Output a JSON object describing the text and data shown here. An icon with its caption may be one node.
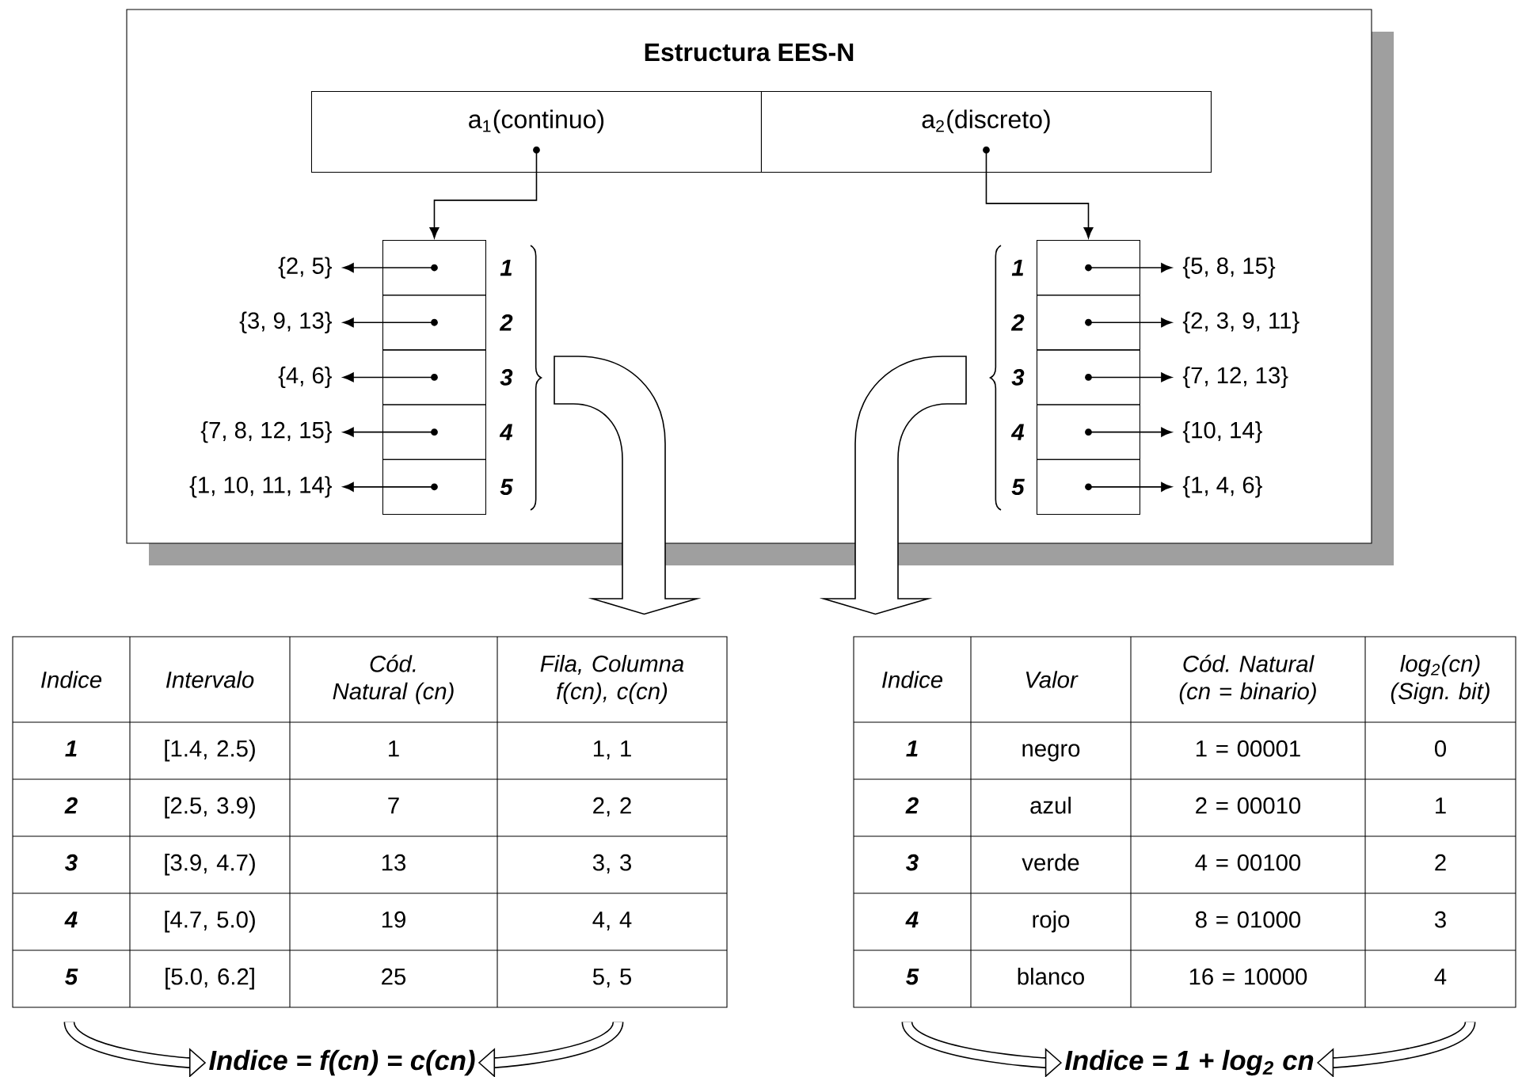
{
  "diagram": {
    "nodes": [
      {
        "text": [
          "Estructura EES-N"
        ]
      },
      {
        "text": [
          "a$_{1}$(continuo)"
        ],
        "in": 0
      },
      {
        "text": [
          "a$_{2}$(discreto)"
        ],
        "in": 0
      },
      {
        "text": [],
        "shape": "box",
        "in": 0,
        "beside": [
          "1"
        ]
      },
      {
        "text": [],
        "shape": "box",
        "in": 0,
        "beside": [
          "2"
        ]
      },
      {
        "text": [],
        "shape": "box",
        "in": 0,
        "beside": [
          "3"
        ]
      },
      {
        "text": [],
        "shape": "box",
        "in": 0,
        "beside": [
          "4"
        ]
      },
      {
        "text": [],
        "shape": "box",
        "in": 0,
        "beside": [
          "5"
        ]
      },
      {
        "text": [
          "{2, 5}"
        ],
        "in": 0
      },
      {
        "text": [
          "{3, 9, 13}"
        ],
        "in": 0
      },
      {
        "text": [
          "{4, 6}"
        ],
        "in": 0
      },
      {
        "text": [
          "{7, 8, 12, 15}"
        ],
        "in": 0
      },
      {
        "text": [
          "{1, 10, 11, 14}"
        ],
        "in": 0
      },
      {
        "text": [],
        "shape": "box",
        "in": 0,
        "beside": [
          "1"
        ]
      },
      {
        "text": [],
        "shape": "box",
        "in": 0,
        "beside": [
          "2"
        ]
      },
      {
        "text": [],
        "shape": "box",
        "in": 0,
        "beside": [
          "3"
        ]
      },
      {
        "text": [],
        "shape": "box",
        "in": 0,
        "beside": [
          "4"
        ]
      },
      {
        "text": [],
        "shape": "box",
        "in": 0,
        "beside": [
          "5"
        ]
      },
      {
        "text": [
          "{5, 8, 15}"
        ],
        "in": 0
      },
      {
        "text": [
          "{2, 3, 9, 11}"
        ],
        "in": 0
      },
      {
        "text": [
          "{7, 12, 13}"
        ],
        "in": 0
      },
      {
        "text": [
          "{10, 14}"
        ],
        "in": 0
      },
      {
        "text": [
          "{1, 4, 6}"
        ],
        "in": 0
      },
      {
        "text": [
          "Indice",
          "Intervalo",
          "Cód. Natural (cn)",
          "Fila, Columna f(cn), c(cn)",
          "1",
          "[1.4, 2.5)",
          "1",
          "1, 1",
          "2",
          "[2.5, 3.9)",
          "7",
          "2, 2",
          "3",
          "[3.9, 4.7)",
          "13",
          "3, 3",
          "4",
          "[4.7, 5.0)",
          "19",
          "4, 4",
          "5",
          "[5.0, 6.2]",
          "25",
          "5, 5"
        ]
      },
      {
        "text": [
          "Indice",
          "Valor",
          "Cód. Natural (cn = binario)",
          "log$_{2}$(cn) (Sign. bit)",
          "1",
          "negro",
          "1 = 00001",
          "0",
          "2",
          "azul",
          "2 = 00010",
          "1",
          "3",
          "verde",
          "4 = 00100",
          "2",
          "4",
          "rojo",
          "8 = 01000",
          "3",
          "5",
          "blanco",
          "16 = 10000",
          "4"
        ]
      },
      {
        "text": [
          "Indice = f(cn) = c(cn)"
        ]
      },
      {
        "text": [
          "Indice = 1 + log$_{2}$ cn"
        ]
      }
    ],
    "edges": [
      {
        "from": 1,
        "to": 3,
        "arrow": "to"
      },
      {
        "from": 2,
        "to": 13,
        "arrow": "to"
      },
      {
        "from": 3,
        "to": 8,
        "arrow": "to"
      },
      {
        "from": 4,
        "to": 9,
        "arrow": "to"
      },
      {
        "from": 5,
        "to": 10,
        "arrow": "to"
      },
      {
        "from": 6,
        "to": 11,
        "arrow": "to"
      },
      {
        "from": 7,
        "to": 12,
        "arrow": "to"
      },
      {
        "from": 13,
        "to": 18,
        "arrow": "to"
      },
      {
        "from": 14,
        "to": 19,
        "arrow": "to"
      },
      {
        "from": 15,
        "to": 20,
        "arrow": "to"
      },
      {
        "from": 16,
        "to": 21,
        "arrow": "to"
      },
      {
        "from": 17,
        "to": 22,
        "arrow": "to"
      },
      {
        "from": null,
        "to": 23,
        "arrow": "to"
      },
      {
        "from": null,
        "to": 24,
        "arrow": "to"
      },
      {
        "from": 23,
        "to": 25,
        "arrow": "to",
        "style": "thick"
      },
      {
        "from": 23,
        "to": 25,
        "arrow": "to",
        "style": "thick"
      },
      {
        "from": 24,
        "to": 26,
        "arrow": "to",
        "style": "thick"
      },
      {
        "from": 24,
        "to": 26,
        "arrow": "to",
        "style": "thick"
      }
    ]
  }
}
